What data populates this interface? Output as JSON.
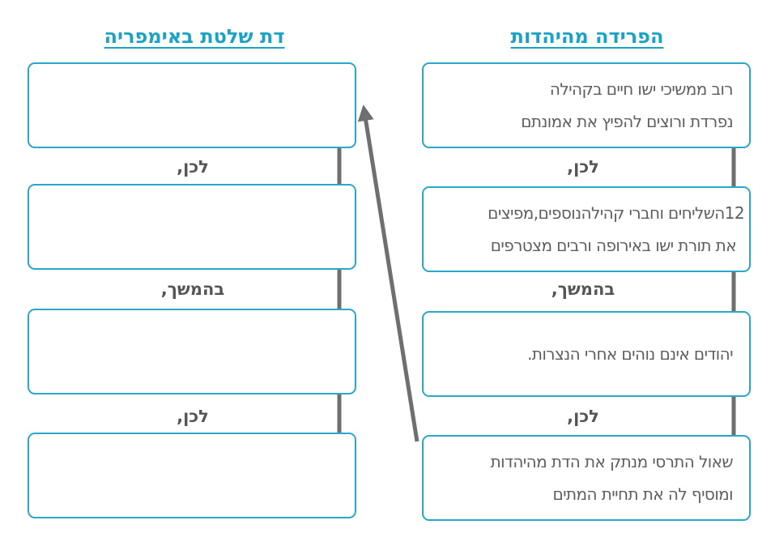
{
  "columns": {
    "right": {
      "title": "הפרידה מהיהדות",
      "boxes": [
        [
          "רוב ממשיכי ישו חיים בקהילה",
          "נפרדת ורוצים להפיץ את אמונתם"
        ],
        [
          "12השליחים וחברי קהילהנוספים,מפיצים",
          "את תורת ישו באירופה ורבים מצטרפים"
        ],
        [
          "יהודים אינם נוהים אחרי הנצרות."
        ],
        [
          "שאול התרסי מנתק את הדת מהיהדות",
          "ומוסיף לה את תחיית המתים"
        ]
      ],
      "connectors": [
        "לכן,",
        "בהמשך,",
        "לכן,"
      ]
    },
    "left": {
      "title": "דת שלטת באימפריה",
      "boxes": [
        [],
        [],
        [],
        []
      ],
      "connectors": [
        "לכן,",
        "בהמשך,",
        "לכן,"
      ]
    }
  },
  "colors": {
    "box_border": "#2aa7cb",
    "title": "#1aa3c6",
    "arrow": "#6f6f6f",
    "text": "#5e5e5e"
  }
}
